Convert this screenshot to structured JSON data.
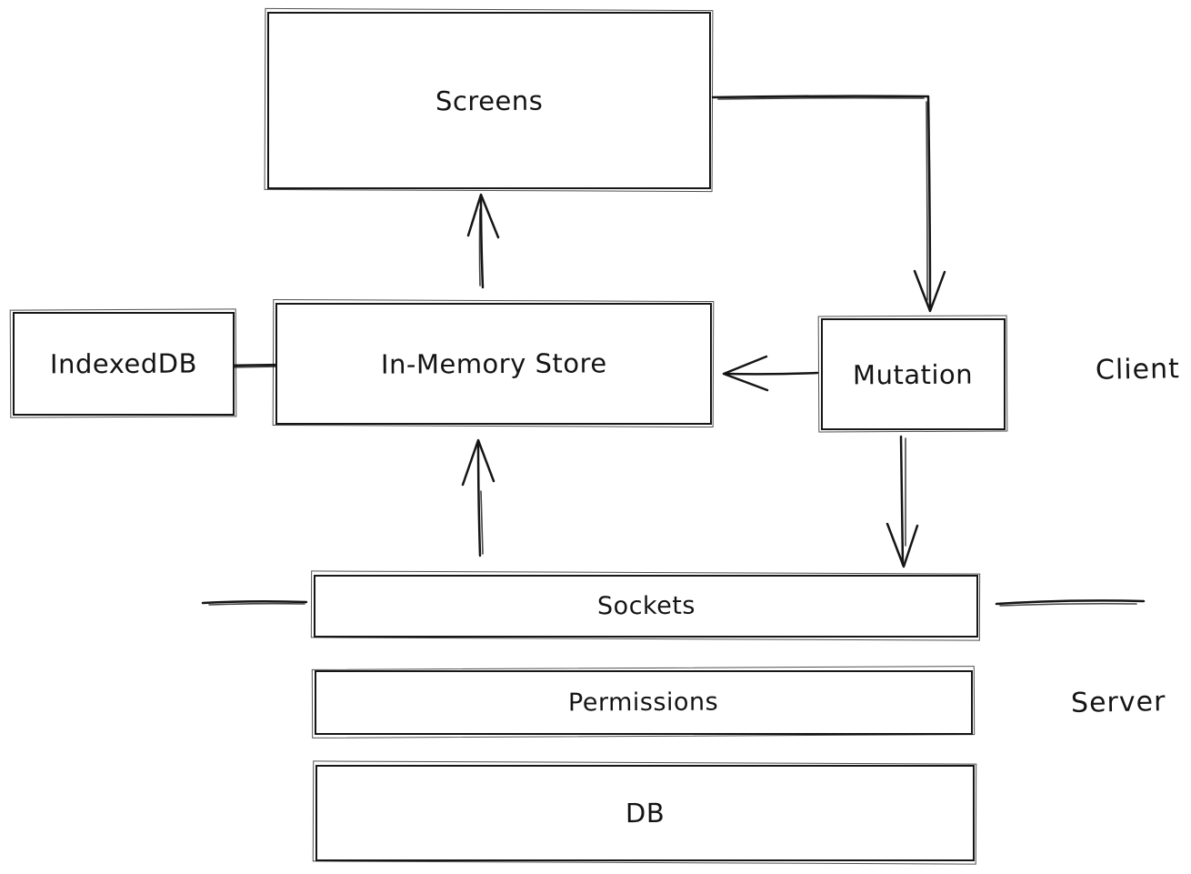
{
  "diagram": {
    "type": "architecture-sketch",
    "background": "#ffffff",
    "stroke_color": "#161616",
    "zones": {
      "client": "Client",
      "server": "Server"
    },
    "nodes": [
      {
        "id": "screens",
        "label": "Screens"
      },
      {
        "id": "indexeddb",
        "label": "IndexedDB"
      },
      {
        "id": "in-memory-store",
        "label": "In-Memory Store"
      },
      {
        "id": "mutation",
        "label": "Mutation"
      },
      {
        "id": "sockets",
        "label": "Sockets"
      },
      {
        "id": "permissions",
        "label": "Permissions"
      },
      {
        "id": "db",
        "label": "DB"
      }
    ],
    "edges": [
      {
        "from": "in-memory-store",
        "to": "screens",
        "style": "arrow"
      },
      {
        "from": "screens",
        "to": "mutation",
        "style": "elbow-arrow"
      },
      {
        "from": "mutation",
        "to": "in-memory-store",
        "style": "arrow"
      },
      {
        "from": "indexeddb",
        "to": "in-memory-store",
        "style": "line"
      },
      {
        "from": "sockets",
        "to": "in-memory-store",
        "style": "arrow"
      },
      {
        "from": "mutation",
        "to": "sockets",
        "style": "arrow"
      },
      {
        "from": "client-zone",
        "to": "server-zone",
        "style": "divider-lines"
      }
    ]
  }
}
